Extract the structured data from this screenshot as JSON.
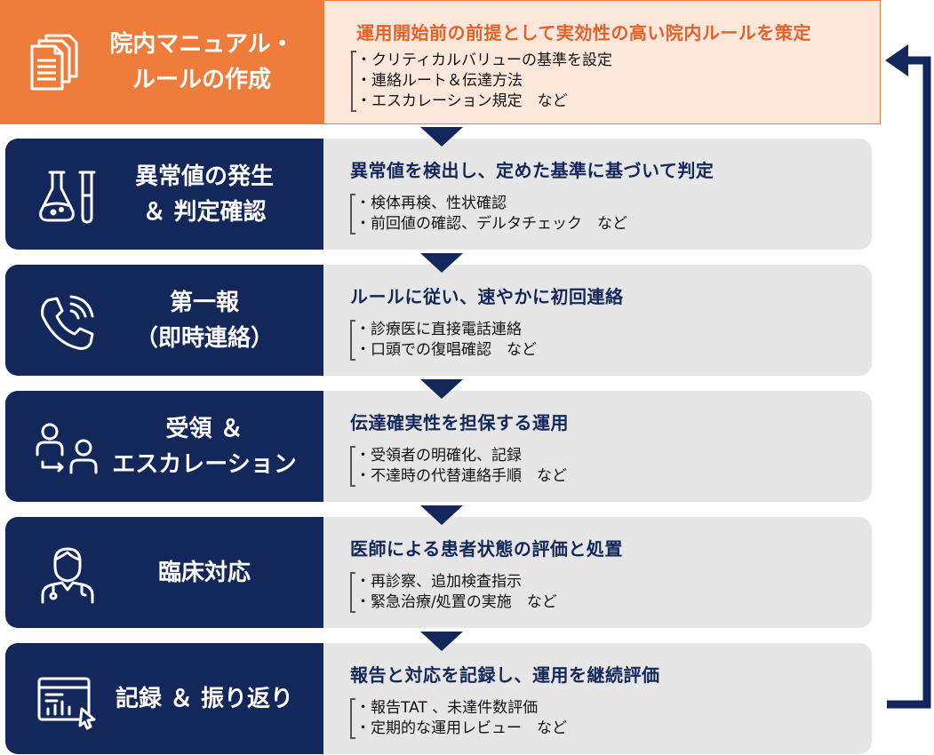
{
  "steps": [
    {
      "title_lines": [
        "院内マニュアル・",
        "ルールの作成"
      ],
      "icon": "documents-icon",
      "heading": "運用開始前の前提として実効性の高い院内ルールを策定",
      "items": [
        "クリティカルバリューの基準を設定",
        "連絡ルート＆伝達方法",
        "エスカレーション規定　など"
      ]
    },
    {
      "title_lines": [
        "異常値の発生",
        "＆ 判定確認"
      ],
      "icon": "lab-flask-icon",
      "heading": "異常値を検出し、定めた基準に基づいて判定",
      "items": [
        "検体再検、性状確認",
        "前回値の確認、デルタチェック　など"
      ]
    },
    {
      "title_lines": [
        "第一報",
        "（即時連絡）"
      ],
      "icon": "phone-icon",
      "heading": "ルールに従い、速やかに初回連絡",
      "items": [
        "診療医に直接電話連絡",
        "口頭での復唱確認　など"
      ]
    },
    {
      "title_lines": [
        "受領 ＆",
        "エスカレーション"
      ],
      "icon": "people-handoff-icon",
      "heading": "伝達確実性を担保する運用",
      "items": [
        "受領者の明確化、記録",
        "不達時の代替連絡手順　など"
      ]
    },
    {
      "title_lines": [
        "臨床対応"
      ],
      "icon": "doctor-icon",
      "heading": "医師による患者状態の評価と処置",
      "items": [
        "再診察、追加検査指示",
        "緊急治療/処置の実施　など"
      ]
    },
    {
      "title_lines": [
        "記録 ＆ 振り返り"
      ],
      "icon": "report-chart-icon",
      "heading": "報告と対応を記録し、運用を継続評価",
      "items": [
        "報告TAT 、未達件数評価",
        "定期的な運用レビュー　など"
      ]
    }
  ],
  "colors": {
    "orange": "#ee7d3b",
    "orange_text": "#e5612a",
    "orange_light": "#fde7da",
    "navy": "#14275a",
    "gray": "#e6e6e6"
  }
}
